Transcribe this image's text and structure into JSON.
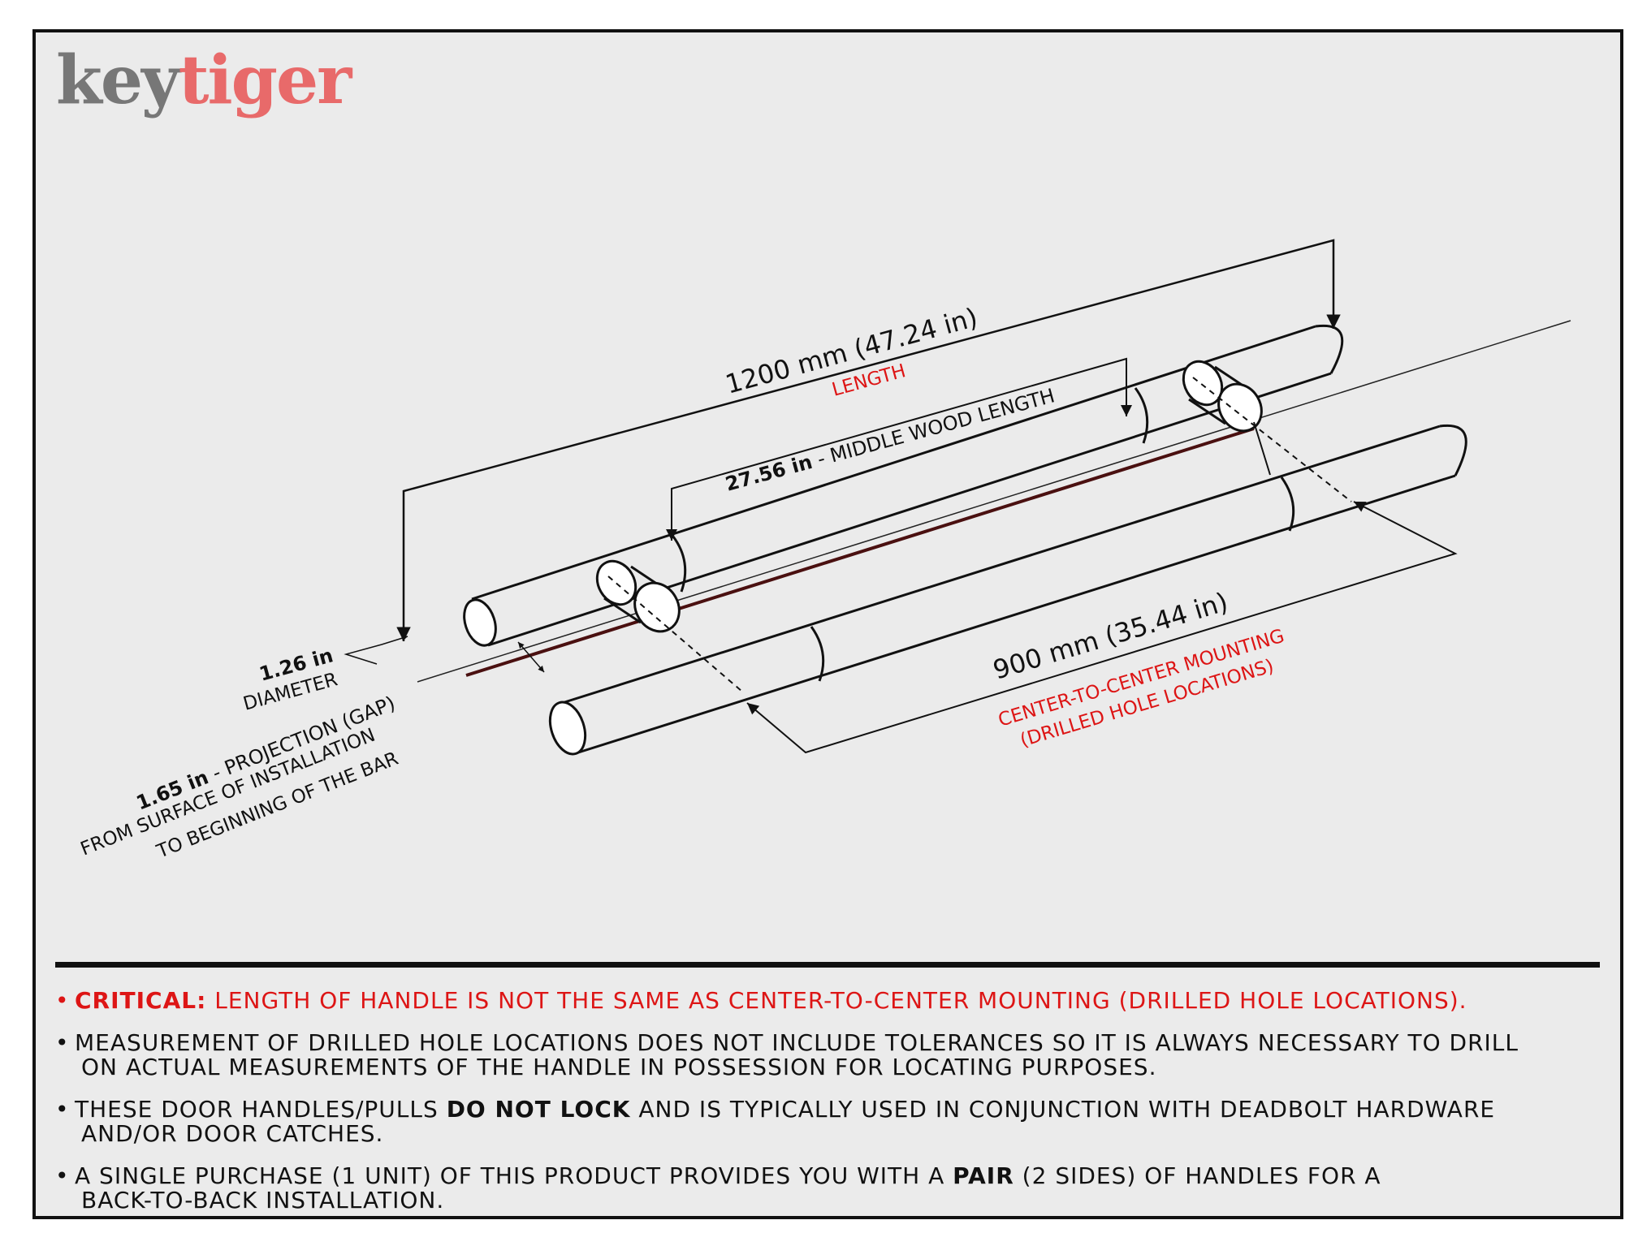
{
  "logo": {
    "key": "key",
    "tiger": "tiger"
  },
  "dimensions": {
    "length_value": "1200 mm (47.24 in)",
    "length_label": "LENGTH",
    "wood_value": "27.56 in",
    "wood_label": " - MIDDLE WOOD LENGTH",
    "cc_value": "900 mm (35.44 in)",
    "cc_label_1": "CENTER-TO-CENTER MOUNTING",
    "cc_label_2": "(DRILLED HOLE LOCATIONS)",
    "diameter_value": "1.26 in",
    "diameter_label": "DIAMETER",
    "projection_value": "1.65 in",
    "projection_label_1": " - PROJECTION (GAP)",
    "projection_label_2": "FROM SURFACE OF INSTALLATION",
    "projection_label_3": "TO BEGINNING OF THE BAR"
  },
  "notes": {
    "critical_label": "CRITICAL:",
    "critical_text": " LENGTH OF HANDLE IS NOT THE SAME AS CENTER-TO-CENTER MOUNTING (DRILLED HOLE LOCATIONS).",
    "n2_line1": "MEASUREMENT OF DRILLED HOLE LOCATIONS DOES NOT INCLUDE TOLERANCES SO IT IS ALWAYS NECESSARY TO DRILL",
    "n2_line2": "ON ACTUAL MEASUREMENTS OF THE HANDLE IN POSSESSION FOR LOCATING PURPOSES.",
    "n3_a": "THESE DOOR HANDLES/PULLS ",
    "n3_bold": "DO NOT LOCK",
    "n3_b": " AND IS TYPICALLY USED IN CONJUNCTION WITH DEADBOLT HARDWARE",
    "n3_line2": "AND/OR DOOR CATCHES.",
    "n4_a": "A SINGLE PURCHASE (1 UNIT) OF THIS PRODUCT PROVIDES YOU WITH A ",
    "n4_bold": "PAIR",
    "n4_b": " (2 SIDES) OF HANDLES FOR A",
    "n4_line2": "BACK-TO-BACK INSTALLATION."
  },
  "colors": {
    "accent_red": "#dd1515",
    "logo_red": "#e86a6a",
    "logo_gray": "#777777",
    "frame": "#111111",
    "background": "#ebebeb"
  }
}
